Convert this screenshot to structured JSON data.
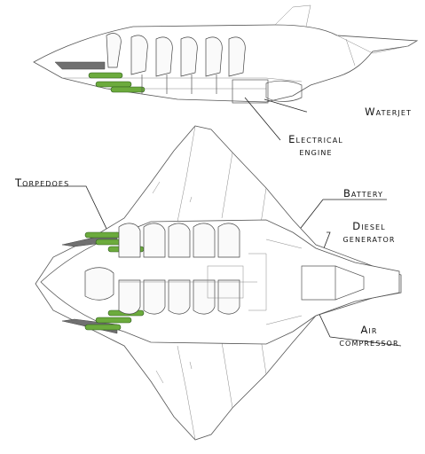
{
  "labels": {
    "waterjet": "Waterjet",
    "electrical_engine_line1": "Electrical",
    "electrical_engine_line2": "engine",
    "torpedoes": "Torpedoes",
    "battery": "Battery",
    "diesel_line1": "Diesel",
    "diesel_line2": "generator",
    "air_line1": "Air",
    "air_line2": "compressor"
  }
}
